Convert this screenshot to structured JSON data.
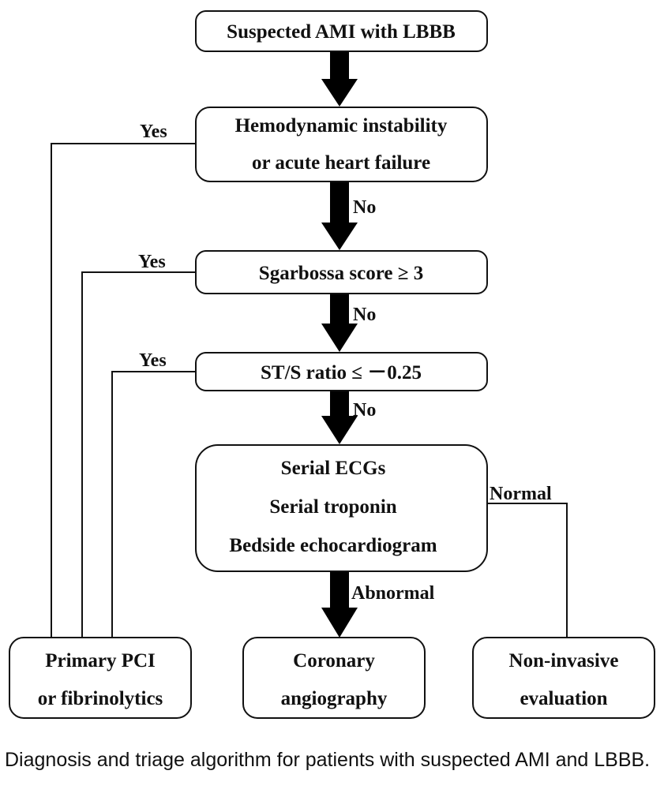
{
  "nodes": {
    "start": {
      "lines": [
        "Suspected AMI with LBBB"
      ]
    },
    "hemodynamic": {
      "lines": [
        "Hemodynamic instability",
        "or acute heart failure"
      ]
    },
    "sgarbossa": {
      "lines": [
        "Sgarbossa score ≥ 3"
      ]
    },
    "st_s_ratio": {
      "lines": [
        "ST/S ratio ≤ －0.25"
      ]
    },
    "serial": {
      "lines": [
        "Serial ECGs",
        "Serial troponin",
        "Bedside echocardiogram"
      ]
    },
    "primary_pci": {
      "lines": [
        "Primary PCI",
        "or fibrinolytics"
      ]
    },
    "coronary": {
      "lines": [
        "Coronary",
        "angiography"
      ]
    },
    "noninvasive": {
      "lines": [
        "Non-invasive",
        "evaluation"
      ]
    }
  },
  "edge_labels": {
    "hemodynamic_yes": "Yes",
    "hemodynamic_no": "No",
    "sgarbossa_yes": "Yes",
    "sgarbossa_no": "No",
    "st_s_yes": "Yes",
    "st_s_no": "No",
    "serial_abnormal": "Abnormal",
    "serial_normal": "Normal"
  },
  "caption": "Diagnosis and triage algorithm for patients with suspected AMI and LBBB.",
  "colors": {
    "line": "#111111",
    "arrow": "#000000",
    "background": "#ffffff"
  }
}
